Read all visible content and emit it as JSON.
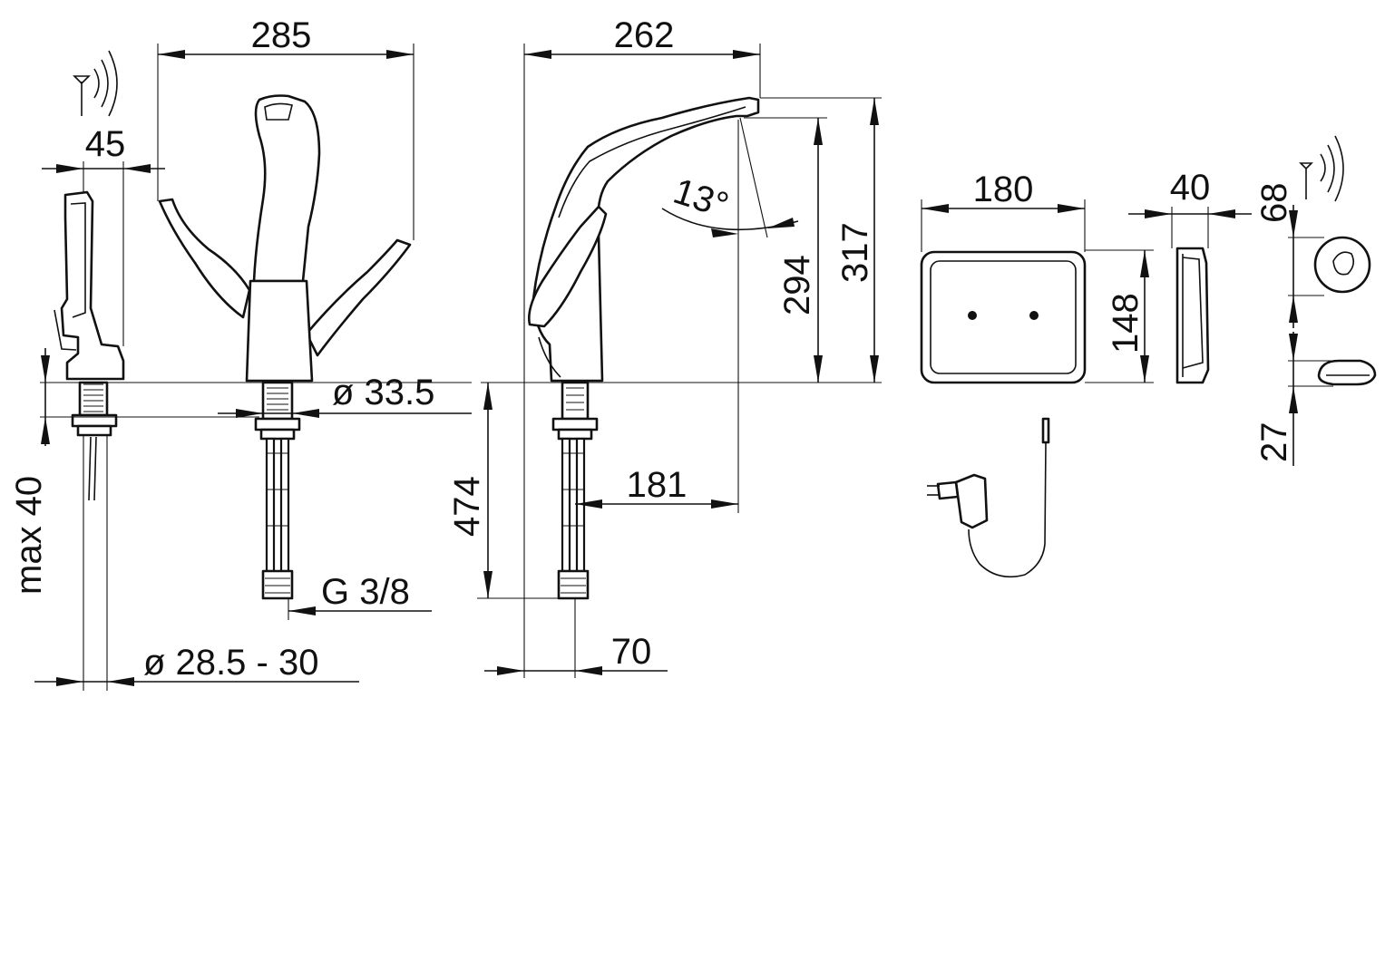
{
  "dimensions": {
    "width_total": "285",
    "sensor_offset": "45",
    "max_thickness": "max 40",
    "hole_diameter": "ø 33.5",
    "hole_range": "ø 28.5 - 30",
    "connection_thread": "G 3/8",
    "spout_length": "262",
    "spout_angle": "13°",
    "outlet_height": "294",
    "total_height": "317",
    "hose_length": "474",
    "spout_reach": "181",
    "base_offset": "70",
    "battery_width": "180",
    "battery_height": "148",
    "battery_depth": "40",
    "sensor_diameter": "68",
    "sensor_height": "27"
  }
}
